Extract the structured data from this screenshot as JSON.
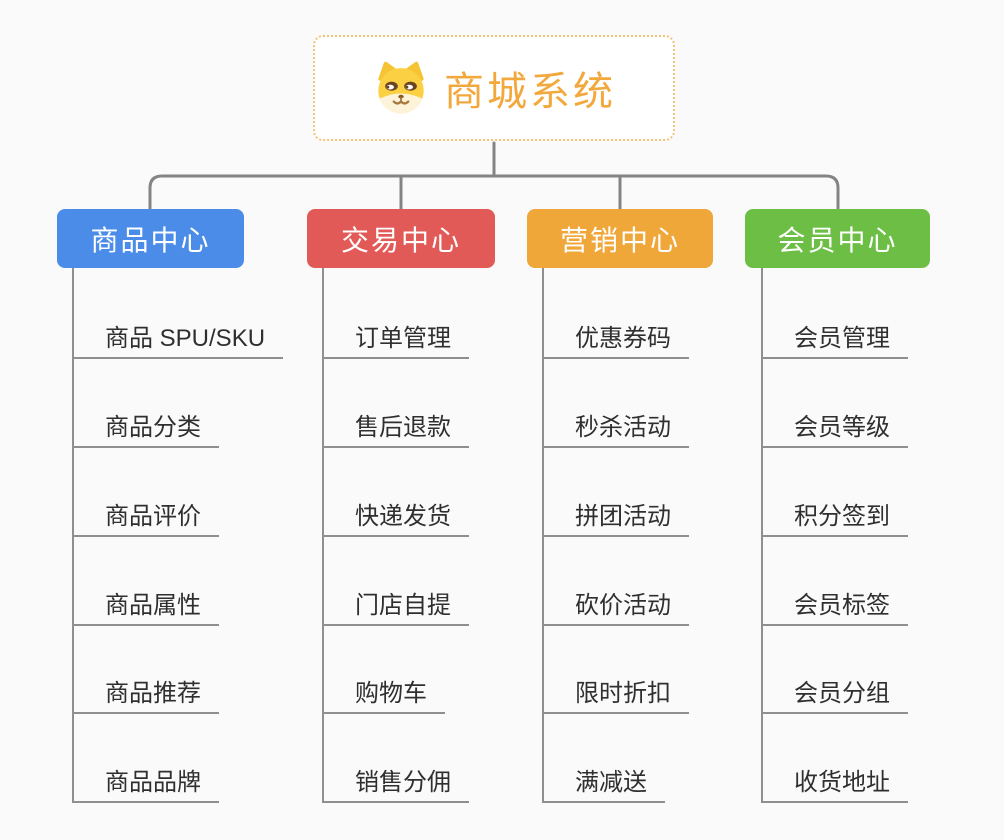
{
  "root": {
    "title": "商城系统",
    "icon": "dog-face-icon"
  },
  "branches": [
    {
      "label": "商品中心",
      "color": "#4a8ce8",
      "items": [
        "商品 SPU/SKU",
        "商品分类",
        "商品评价",
        "商品属性",
        "商品推荐",
        "商品品牌"
      ]
    },
    {
      "label": "交易中心",
      "color": "#e25a57",
      "items": [
        "订单管理",
        "售后退款",
        "快递发货",
        "门店自提",
        "购物车",
        "销售分佣"
      ]
    },
    {
      "label": "营销中心",
      "color": "#f0a73a",
      "items": [
        "优惠券码",
        "秒杀活动",
        "拼团活动",
        "砍价活动",
        "限时折扣",
        "满减送"
      ]
    },
    {
      "label": "会员中心",
      "color": "#6cbf44",
      "items": [
        "会员管理",
        "会员等级",
        "积分签到",
        "会员标签",
        "会员分组",
        "收货地址"
      ]
    }
  ],
  "colors": {
    "background": "#fafafa",
    "connector": "#848484",
    "leaf_underline": "#8f8f8f",
    "leaf_text": "#2f2f2f",
    "root_text": "#f2a83c",
    "root_border": "#f5c377",
    "branch_text": "#ffffff"
  }
}
